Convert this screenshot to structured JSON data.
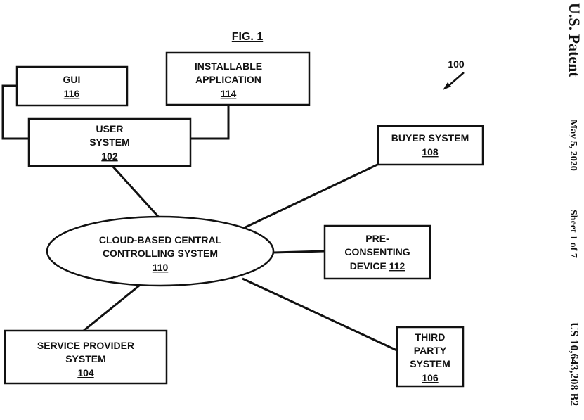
{
  "figure": {
    "title": "FIG. 1",
    "ref": "100"
  },
  "header": {
    "office": "U.S. Patent",
    "date": "May 5, 2020",
    "sheet": "Sheet 1 of 7",
    "patent_number": "US 10,643,208 B2"
  },
  "nodes": {
    "gui": {
      "lines": [
        "GUI"
      ],
      "ref": "116"
    },
    "installable_app": {
      "lines": [
        "INSTALLABLE",
        "APPLICATION"
      ],
      "ref": "114"
    },
    "user_system": {
      "lines": [
        "USER",
        "SYSTEM"
      ],
      "ref": "102"
    },
    "buyer_system": {
      "lines": [
        "BUYER SYSTEM"
      ],
      "ref": "108"
    },
    "cloud_system": {
      "lines": [
        "CLOUD-BASED CENTRAL",
        "CONTROLLING SYSTEM"
      ],
      "ref": "110"
    },
    "preconsenting": {
      "lines": [
        "PRE-",
        "CONSENTING"
      ],
      "last_line": "DEVICE",
      "ref": "112"
    },
    "service_provider": {
      "lines": [
        "SERVICE PROVIDER",
        "SYSTEM"
      ],
      "ref": "104"
    },
    "third_party": {
      "lines": [
        "THIRD",
        "PARTY",
        "SYSTEM"
      ],
      "ref": "106"
    }
  }
}
